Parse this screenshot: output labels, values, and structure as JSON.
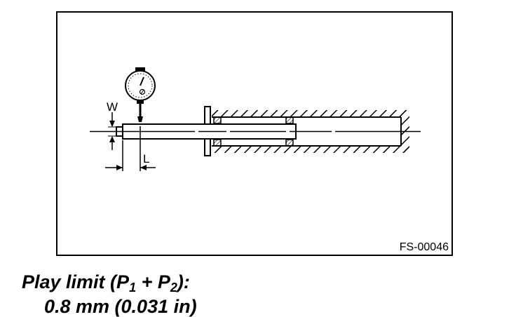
{
  "figure": {
    "label_w": "W",
    "label_l": "L",
    "figure_code": "FS-00046"
  },
  "caption": {
    "prefix": "Play limit (P",
    "sub1": "1",
    "plus": " + P",
    "sub2": "2",
    "suffix": "):",
    "value": "0.8 mm (0.031 in)"
  }
}
